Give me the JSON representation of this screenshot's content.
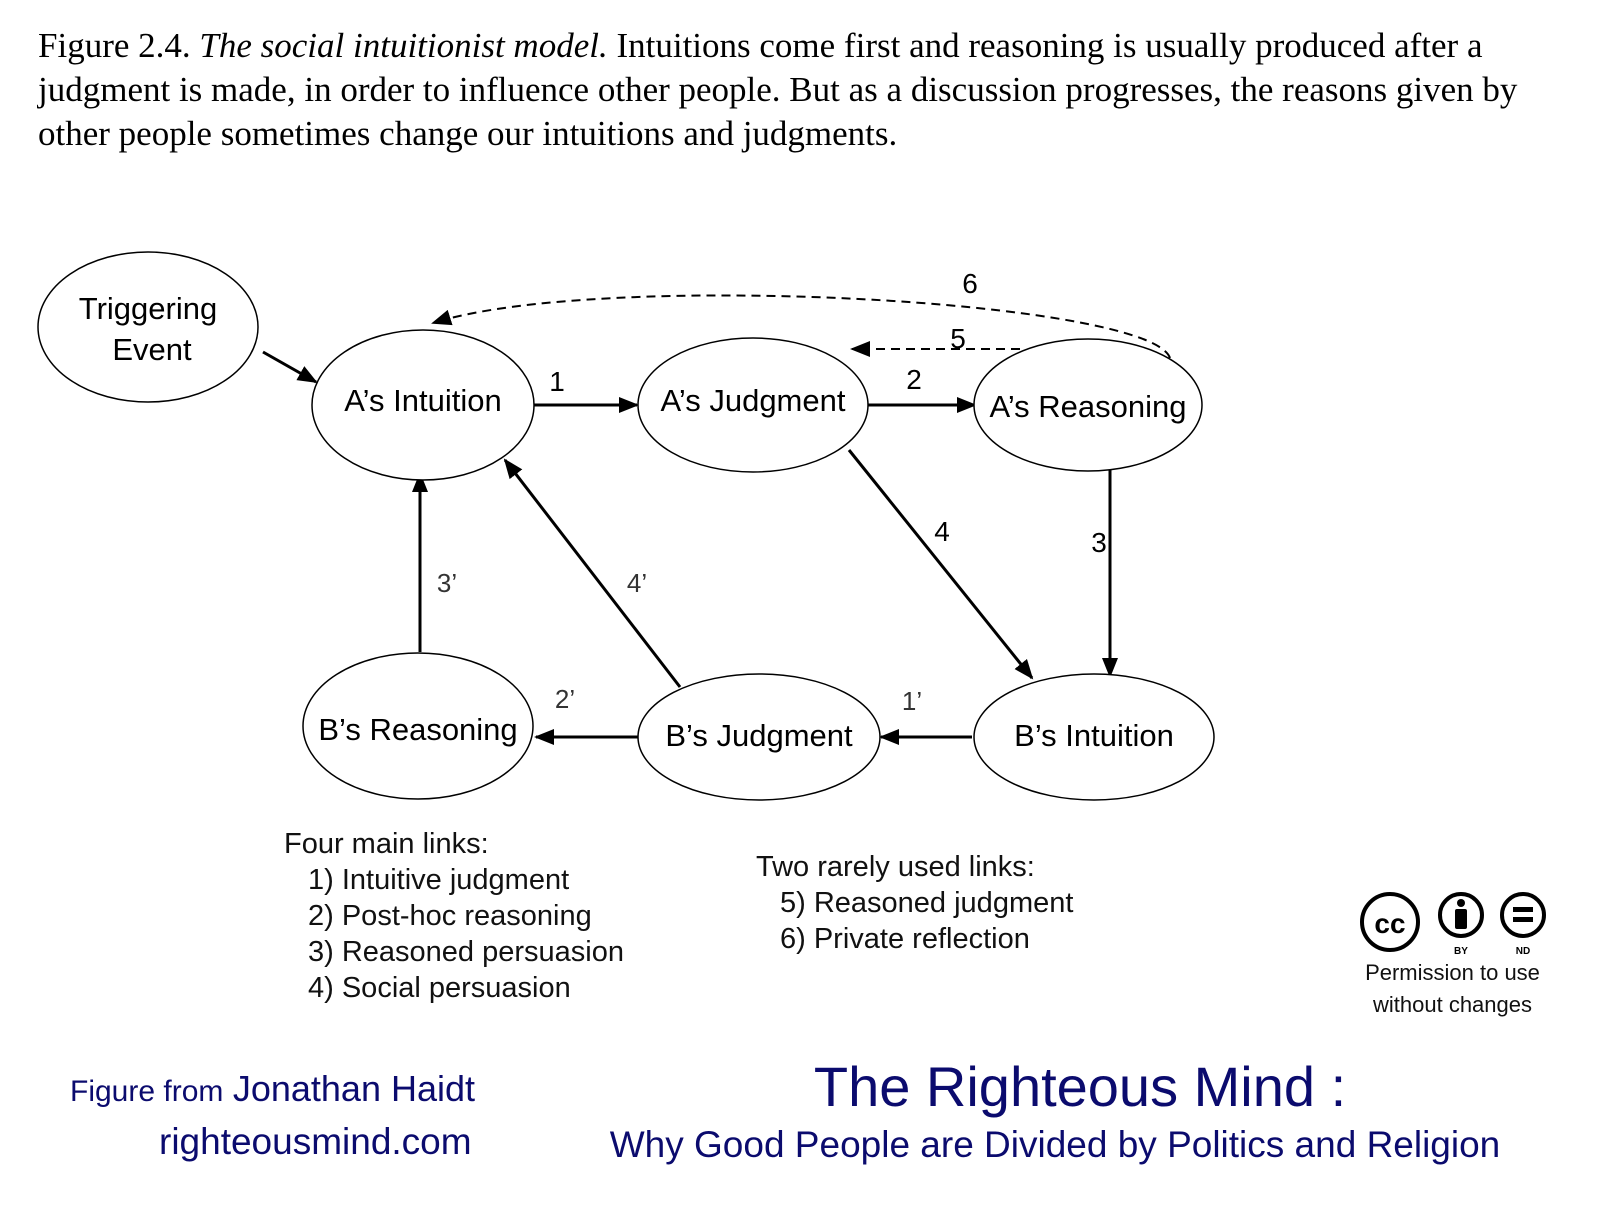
{
  "caption": {
    "figure_number": "Figure 2.4.",
    "title": "The social intuitionist model.",
    "text": "Intuitions come first and reasoning is usually produced after a judgment is made, in order to influence other people. But as a discussion progresses, the reasons given by other people sometimes change our intuitions and judgments."
  },
  "nodes": {
    "triggering_line1": "Triggering",
    "triggering_line2": "Event",
    "a_intuition": "A’s Intuition",
    "a_judgment": "A’s Judgment",
    "a_reasoning": "A’s Reasoning",
    "b_reasoning": "B’s Reasoning",
    "b_judgment": "B’s Judgment",
    "b_intuition": "B’s Intuition"
  },
  "links": {
    "l1": "1",
    "l2": "2",
    "l3": "3",
    "l4": "4",
    "l5": "5",
    "l6": "6",
    "l1p": "1’",
    "l2p": "2’",
    "l3p": "3’",
    "l4p": "4’"
  },
  "legend_main": {
    "title": "Four main links:",
    "items": [
      "1) Intuitive judgment",
      "2) Post-hoc reasoning",
      "3) Reasoned persuasion",
      "4) Social persuasion"
    ]
  },
  "legend_rare": {
    "title": "Two rarely used links:",
    "items": [
      "5) Reasoned judgment",
      "6) Private reflection"
    ]
  },
  "credit": {
    "prefix": "Figure from",
    "author": "Jonathan Haidt",
    "site": "righteousmind.com"
  },
  "book": {
    "title": "The Righteous Mind :",
    "subtitle": "Why Good People are Divided by Politics and Religion"
  },
  "license": {
    "cc": "cc",
    "by": "BY",
    "nd": "ND",
    "line1": "Permission to use",
    "line2": "without changes"
  },
  "colors": {
    "credit": "#0b0b6e",
    "ink": "#000000"
  }
}
